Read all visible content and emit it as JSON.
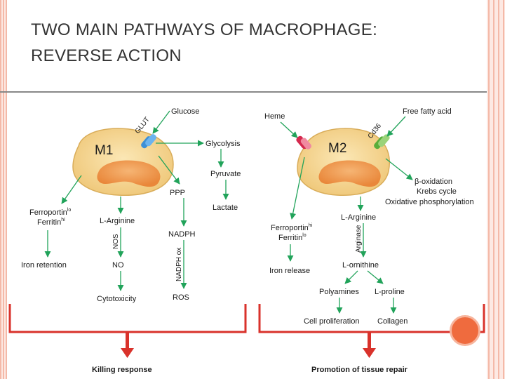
{
  "slide": {
    "title_line1": "TWO MAIN PATHWAYS OF MACROPHAGE:",
    "title_line2": "REVERSE ACTION"
  },
  "m1": {
    "cell_label": "M1",
    "transporter": "GLUT",
    "glucose": "Glucose",
    "glycolysis": "Glycolysis",
    "pyruvate": "Pyruvate",
    "lactate": "Lactate",
    "ppp": "PPP",
    "nadph": "NADPH",
    "nadph_ox": "NADPH ox",
    "ros": "ROS",
    "l_arginine": "L-Arginine",
    "nos": "NOS",
    "no": "NO",
    "cytotoxicity": "Cytotoxicity",
    "ferroportin": "Ferroportin",
    "ferroportin_sup": "lo",
    "ferritin": "Ferritin",
    "ferritin_sup": "hi",
    "iron_retention": "Iron retention",
    "outcome": "Killing response"
  },
  "m2": {
    "cell_label": "M2",
    "transporter": "Cd36",
    "heme": "Heme",
    "free_fatty_acid": "Free fatty acid",
    "beta_oxidation": "β-oxidation",
    "krebs_cycle": "Krebs cycle",
    "oxidative_phosphorylation": "Oxidative phosphorylation",
    "l_arginine": "L-Arginine",
    "arginase": "Arginase",
    "l_ornithine": "L-ornithine",
    "polyamines": "Polyamines",
    "l_proline": "L-proline",
    "cell_proliferation": "Cell proliferation",
    "collagen": "Collagen",
    "ferroportin": "Ferroportin",
    "ferroportin_sup": "hi",
    "ferritin": "Ferritin",
    "ferritin_sup": "lo",
    "iron_release": "Iron release",
    "outcome": "Promotion of tissue repair"
  },
  "colors": {
    "arrow_green": "#21a35a",
    "bracket_red": "#d9322b",
    "cell_fill": "#f2d28f",
    "nucleus_fill": "#ee9448",
    "glut_blue": "#3d8fd6",
    "heme_red": "#d5294e",
    "cd36_green": "#59ad3a",
    "accent_orange": "#ef6b3e"
  }
}
